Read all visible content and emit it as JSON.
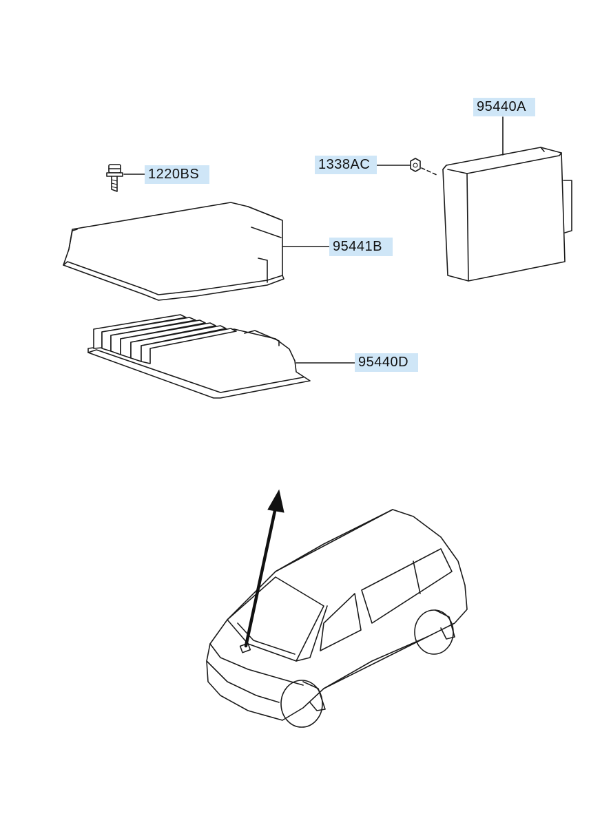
{
  "diagram": {
    "parts": [
      {
        "id": "part-95440A",
        "label": "95440A"
      },
      {
        "id": "part-1338AC",
        "label": "1338AC"
      },
      {
        "id": "part-1220BS",
        "label": "1220BS"
      },
      {
        "id": "part-95441B",
        "label": "95441B"
      },
      {
        "id": "part-95440D",
        "label": "95440D"
      }
    ]
  },
  "colors": {
    "label_highlight": "#cfe6f7",
    "line": "#1a1a1a",
    "background": "#ffffff"
  },
  "icons": [
    "bolt-icon",
    "nut-icon",
    "control-module-icon",
    "bracket-cover-icon",
    "heatsink-bracket-icon",
    "vehicle-location-icon",
    "location-arrow-icon"
  ]
}
